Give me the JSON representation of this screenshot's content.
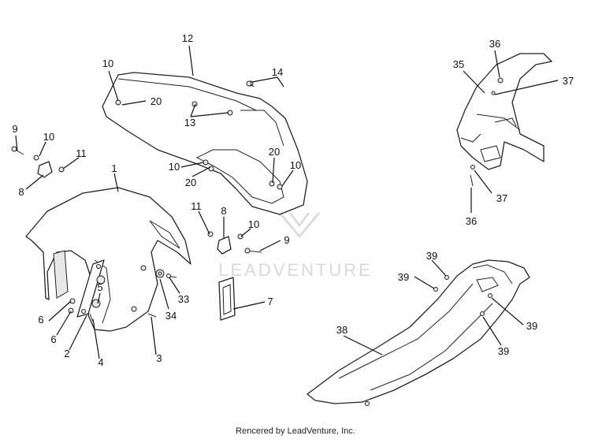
{
  "diagram": {
    "watermark": "LEADVENTURE",
    "footer": "Rencered by LeadVenture, Inc.",
    "callouts": [
      "1",
      "2",
      "3",
      "4",
      "5",
      "6",
      "6",
      "7",
      "8",
      "8",
      "9",
      "9",
      "10",
      "10",
      "10",
      "10",
      "10",
      "11",
      "11",
      "12",
      "13",
      "14",
      "20",
      "20",
      "20",
      "33",
      "34",
      "35",
      "36",
      "36",
      "37",
      "37",
      "38",
      "39",
      "39",
      "39",
      "39"
    ]
  }
}
